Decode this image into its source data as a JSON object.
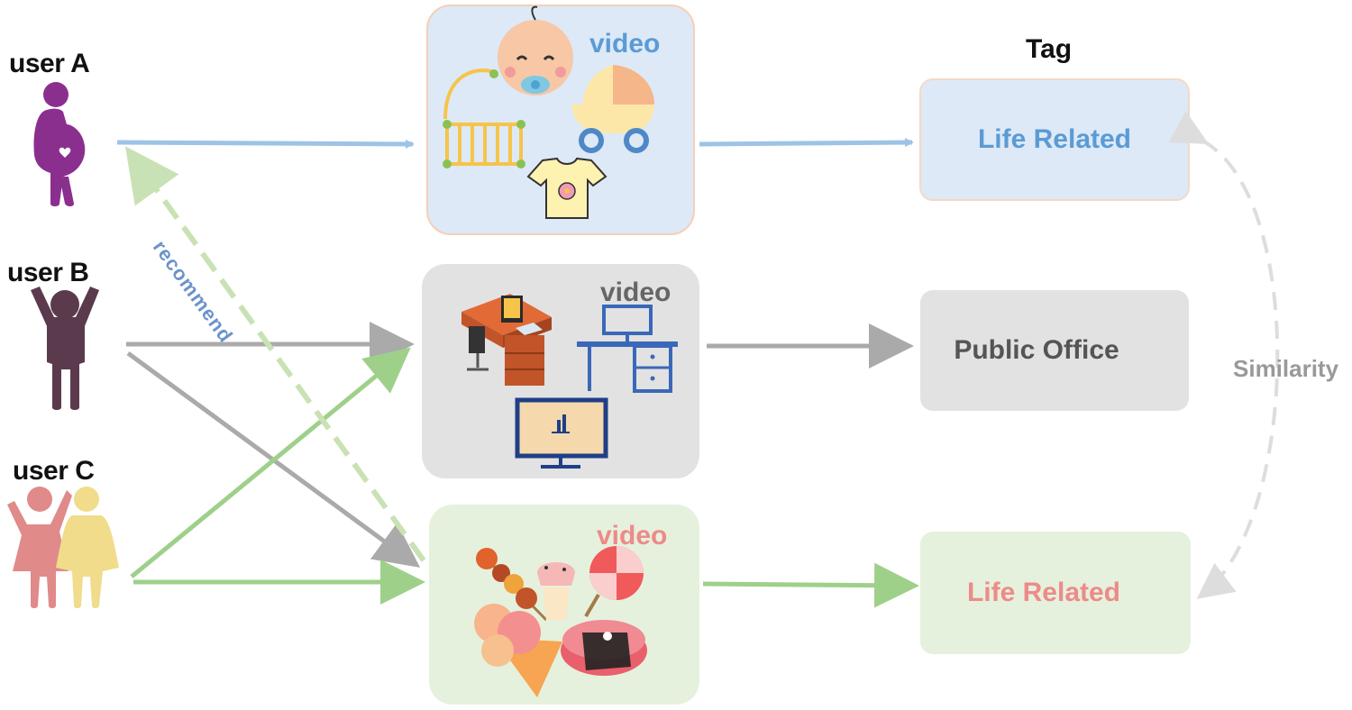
{
  "users": [
    {
      "label": "user A"
    },
    {
      "label": "user B"
    },
    {
      "label": "user C"
    }
  ],
  "videos": [
    {
      "label": "video",
      "theme": "baby",
      "label_color": "#5b9bd5",
      "bg": "#dde9f6"
    },
    {
      "label": "video",
      "theme": "office",
      "label_color": "#666666",
      "bg": "#e2e2e2"
    },
    {
      "label": "video",
      "theme": "food",
      "label_color": "#ee8a8a",
      "bg": "#e5f1dc"
    }
  ],
  "tags": {
    "header": "Tag",
    "items": [
      {
        "text": "Life Related",
        "color": "#5b9bd5",
        "bg": "#dde9f6"
      },
      {
        "text": "Public Office",
        "color": "#555555",
        "bg": "#e2e2e2"
      },
      {
        "text": "Life Related",
        "color": "#ee8a8a",
        "bg": "#e5f1dc"
      }
    ]
  },
  "recommend_label": "recommend",
  "similarity_label": "Similarity",
  "colors": {
    "user_a": "#8b2f8f",
    "user_b": "#5b3a4e",
    "user_c_1": "#e08a8a",
    "user_c_2": "#f0dc8a",
    "arrow_blue": "#9dc3e6",
    "arrow_gray": "#aaaaaa",
    "arrow_green": "#9fd08a",
    "arrow_green_light": "#c9e2b5",
    "similarity_dash": "#dddddd"
  }
}
